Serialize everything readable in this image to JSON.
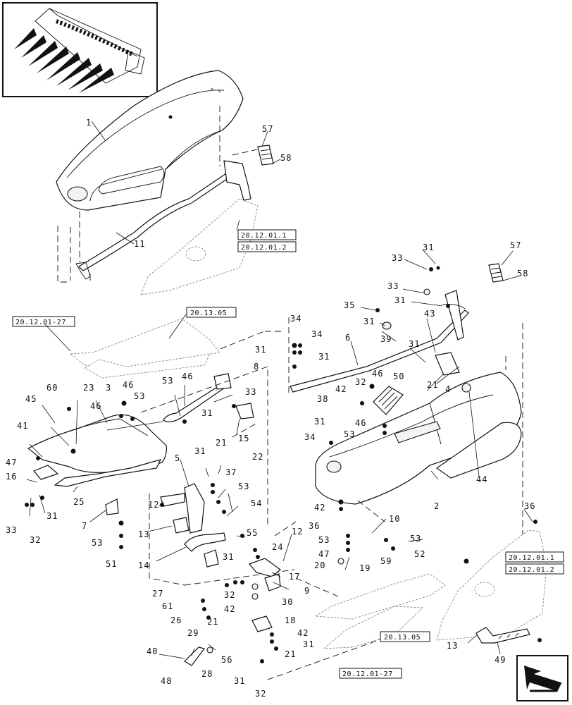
{
  "references": {
    "r1": "20.12.01.1",
    "r2": "20.12.01.2",
    "r3": "20.13.05",
    "r4": "20.12.01-27",
    "r5": "20.12.01.1",
    "r6": "20.12.01.2",
    "r7": "20.13.05",
    "r8": "20.12.01-27"
  },
  "callouts": {
    "c1": "1",
    "c57a": "57",
    "c58a": "58",
    "c11": "11",
    "c31a": "31",
    "c57b": "57",
    "c33a": "33",
    "c58b": "58",
    "c33b": "33",
    "c31b": "31",
    "c35": "35",
    "c31c": "31",
    "c43": "43",
    "c34a": "34",
    "c34b": "34",
    "c6": "6",
    "c39": "39",
    "c31d": "31",
    "c31e": "31",
    "c8": "8",
    "c31f": "31",
    "c21a": "21",
    "c4": "4",
    "c46a": "46",
    "c50": "50",
    "c42a": "42",
    "c32a": "32",
    "c38": "38",
    "c44": "44",
    "c31g": "31",
    "c46b": "46",
    "c34c": "34",
    "c53a": "53",
    "c2": "2",
    "c36a": "36",
    "c42b": "42",
    "c36b": "36",
    "c10": "10",
    "c53b": "53",
    "c47a": "47",
    "c52": "52",
    "c20": "20",
    "c19": "19",
    "c59": "59",
    "c12a": "12",
    "c24": "24",
    "c17": "17",
    "c60": "60",
    "c23": "23",
    "c3": "3",
    "c46c": "46",
    "c53c": "53",
    "c53d": "53",
    "c46d": "46",
    "c33c": "33",
    "c45": "45",
    "c46e": "46",
    "c31h": "31",
    "c15": "15",
    "c41": "41",
    "c22": "22",
    "c47b": "47",
    "c16": "16",
    "c25": "25",
    "c33d": "33",
    "c31i": "31",
    "c32b": "32",
    "c7": "7",
    "c53e": "53",
    "c51": "51",
    "c5": "5",
    "c31j": "31",
    "c21b": "21",
    "c37": "37",
    "c53f": "53",
    "c12b": "12",
    "c54": "54",
    "c13a": "13",
    "c55": "55",
    "c14": "14",
    "c31k": "31",
    "c32c": "32",
    "c42c": "42",
    "c9": "9",
    "c30": "30",
    "c27": "27",
    "c61": "61",
    "c26": "26",
    "c29": "29",
    "c21c": "21",
    "c18": "18",
    "c42d": "42",
    "c31l": "31",
    "c21d": "21",
    "c40": "40",
    "c48": "48",
    "c28": "28",
    "c56": "56",
    "c31m": "31",
    "c32d": "32",
    "c13b": "13",
    "c49": "49"
  },
  "icons": {
    "thumbnail": "corn-header-thumbnail-icon",
    "nav": "previous-page-arrow-icon"
  }
}
